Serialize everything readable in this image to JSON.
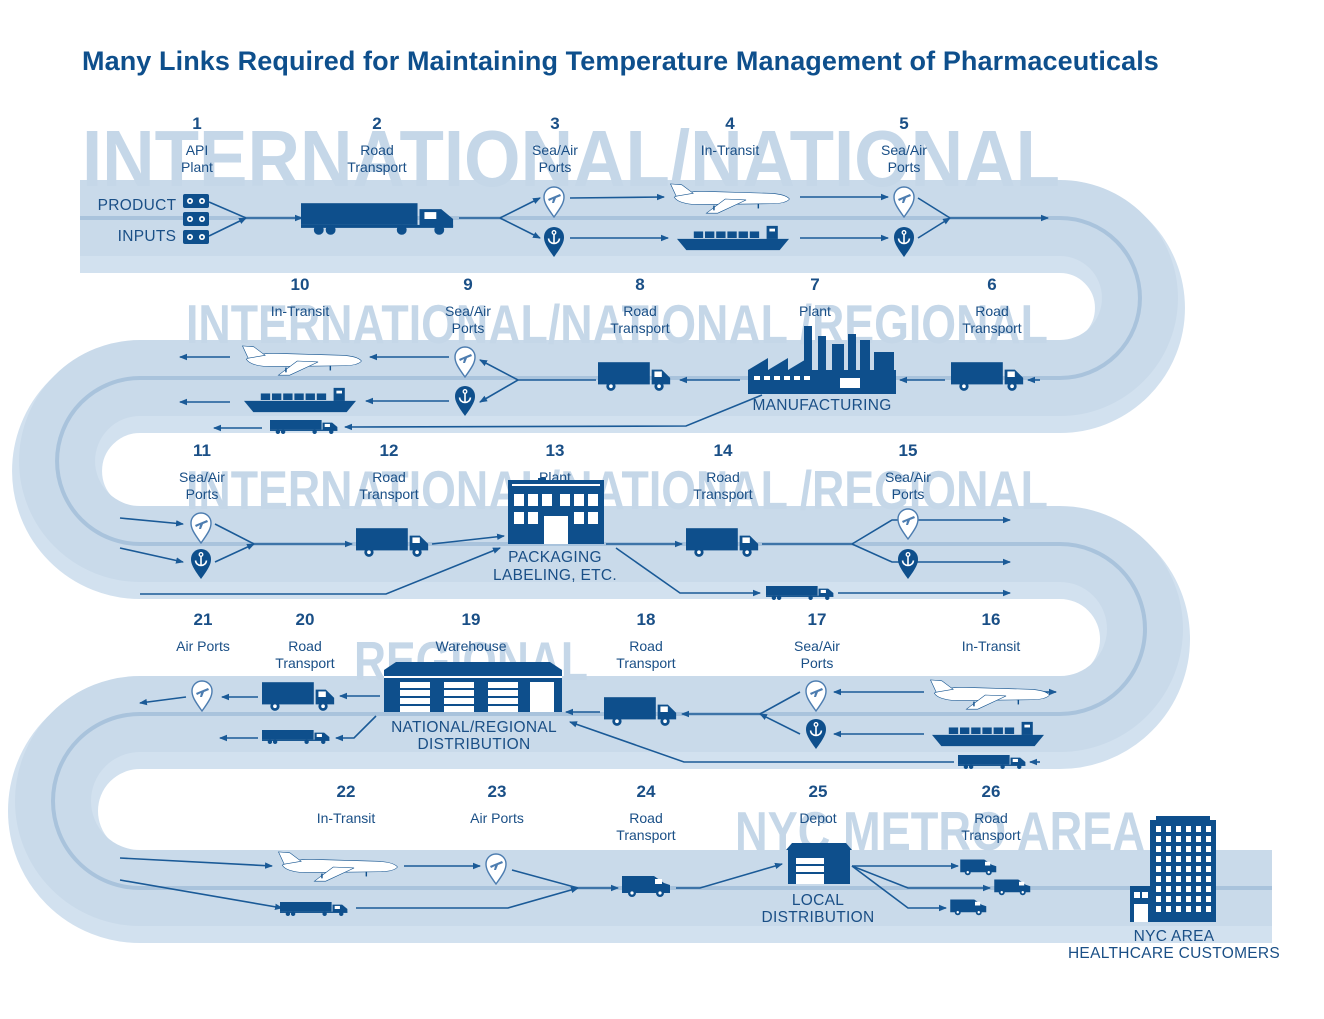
{
  "title": "Many Links Required for Maintaining Temperature Management of Pharmaceuticals",
  "bands": [
    {
      "label": "INTERNATIONAL/NATIONAL"
    },
    {
      "label": "INTERNATIONAL/NATIONAL /REGIONAL"
    },
    {
      "label": "INTERNATIONAL/NATIONAL /REGIONAL"
    },
    {
      "label": "REGIONAL"
    },
    {
      "label": "NYC METRO AREA"
    }
  ],
  "inputs": {
    "product": "PRODUCT",
    "inputs": "INPUTS"
  },
  "steps": [
    {
      "num": "1",
      "lines": [
        "API",
        "Plant"
      ]
    },
    {
      "num": "2",
      "lines": [
        "Road",
        "Transport"
      ]
    },
    {
      "num": "3",
      "lines": [
        "Sea/Air",
        "Ports"
      ]
    },
    {
      "num": "4",
      "lines": [
        "In-Transit"
      ]
    },
    {
      "num": "5",
      "lines": [
        "Sea/Air",
        "Ports"
      ]
    },
    {
      "num": "6",
      "lines": [
        "Road",
        "Transport"
      ]
    },
    {
      "num": "7",
      "lines": [
        "Plant"
      ]
    },
    {
      "num": "8",
      "lines": [
        "Road",
        "Transport"
      ]
    },
    {
      "num": "9",
      "lines": [
        "Sea/Air",
        "Ports"
      ]
    },
    {
      "num": "10",
      "lines": [
        "In-Transit"
      ]
    },
    {
      "num": "11",
      "lines": [
        "Sea/Air",
        "Ports"
      ]
    },
    {
      "num": "12",
      "lines": [
        "Road",
        "Transport"
      ]
    },
    {
      "num": "13",
      "lines": [
        "Plant"
      ]
    },
    {
      "num": "14",
      "lines": [
        "Road",
        "Transport"
      ]
    },
    {
      "num": "15",
      "lines": [
        "Sea/Air",
        "Ports"
      ]
    },
    {
      "num": "16",
      "lines": [
        "In-Transit"
      ]
    },
    {
      "num": "17",
      "lines": [
        "Sea/Air",
        "Ports"
      ]
    },
    {
      "num": "18",
      "lines": [
        "Road",
        "Transport"
      ]
    },
    {
      "num": "19",
      "lines": [
        "Warehouse"
      ]
    },
    {
      "num": "20",
      "lines": [
        "Road",
        "Transport"
      ]
    },
    {
      "num": "21",
      "lines": [
        "Air Ports"
      ]
    },
    {
      "num": "22",
      "lines": [
        "In-Transit"
      ]
    },
    {
      "num": "23",
      "lines": [
        "Air Ports"
      ]
    },
    {
      "num": "24",
      "lines": [
        "Road",
        "Transport"
      ]
    },
    {
      "num": "25",
      "lines": [
        "Depot"
      ]
    },
    {
      "num": "26",
      "lines": [
        "Road",
        "Transport"
      ]
    }
  ],
  "facilities": {
    "manufacturing": "MANUFACTURING",
    "packaging": [
      "PACKAGING",
      "LABELING, ETC."
    ],
    "distribution": [
      "NATIONAL/REGIONAL",
      "DISTRIBUTION"
    ],
    "local": [
      "LOCAL",
      "DISTRIBUTION"
    ],
    "customers": [
      "NYC AREA",
      "HEALTHCARE CUSTOMERS"
    ]
  },
  "colors": {
    "dark": "#0e4f8c",
    "road": "#c9daea",
    "road_edge": "#a9c3dc",
    "watermark": "#c5d7e8",
    "line": "#1a5a97"
  },
  "icons": [
    "pallet-icon",
    "truck-icon",
    "airplane-icon",
    "ship-icon",
    "airport-pin-icon",
    "seaport-pin-icon",
    "factory-icon",
    "building-icon",
    "warehouse-icon",
    "van-icon",
    "depot-icon",
    "skyscraper-icon"
  ]
}
